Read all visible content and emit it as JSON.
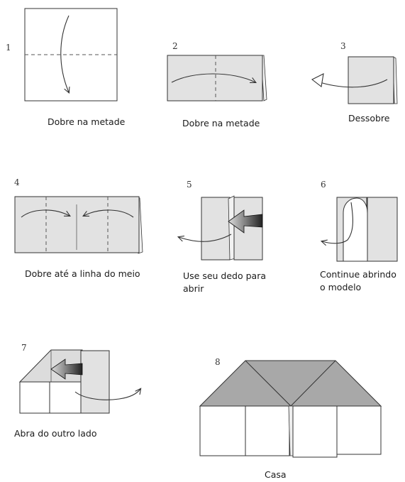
{
  "steps": [
    {
      "number": "1",
      "caption": "Dobre na metade"
    },
    {
      "number": "2",
      "caption": "Dobre na metade"
    },
    {
      "number": "3",
      "caption": "Dessobre"
    },
    {
      "number": "4",
      "caption": "Dobre até a linha do meio"
    },
    {
      "number": "5",
      "caption": "Use seu dedo para abrir"
    },
    {
      "number": "6",
      "caption": "Continue abrindo o modelo"
    },
    {
      "number": "7",
      "caption": "Abra do outro lado"
    },
    {
      "number": "8",
      "caption": "Casa"
    }
  ],
  "colors": {
    "paper_white": "#ffffff",
    "paper_gray": "#e2e2e2",
    "roof_gray": "#a8a8a8",
    "line": "#333333"
  }
}
